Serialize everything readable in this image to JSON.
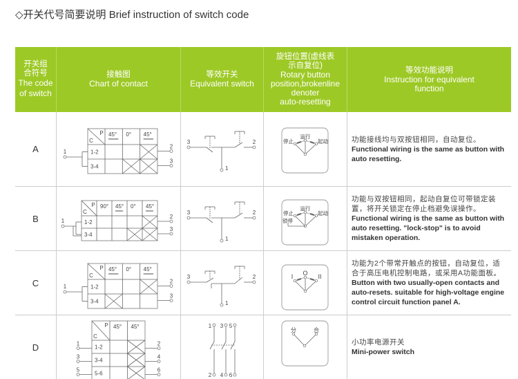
{
  "title": "◇开关代号简要说明 Brief instruction of switch code",
  "header": {
    "code": [
      "开关组",
      "合符号",
      "The code",
      "of switch"
    ],
    "chart": [
      "接触图",
      "Chart of contact"
    ],
    "equiv": [
      "等效开关",
      "Equivalent switch"
    ],
    "rotary": [
      "旋钮位置(虚线表",
      "示自复位)",
      "Rotary button",
      "position,brokenline",
      "denoter",
      "auto-resetting"
    ],
    "func": [
      "等效功能说明",
      "Instruction for equivalent",
      "function"
    ]
  },
  "rows": [
    {
      "code": "A",
      "chart": {
        "corner_p": "P",
        "corner_c": "C",
        "cols": [
          "45°",
          "0°",
          "45°"
        ],
        "rows": [
          "1-2",
          "3-4"
        ],
        "marks": [
          [
            0,
            0,
            1
          ],
          [
            0,
            1,
            1
          ]
        ],
        "left": [
          "1"
        ],
        "right": [
          "2",
          "3"
        ]
      },
      "equiv": {
        "terminals": [
          "3",
          "2",
          "1"
        ]
      },
      "knob": {
        "labels": [
          "停止",
          "运行",
          "起动"
        ]
      },
      "zh": "功能接线均与双按钮相同，自动复位。",
      "en": "Functional wiring is the same as button with auto resetting."
    },
    {
      "code": "B",
      "chart": {
        "corner_p": "P",
        "corner_c": "C",
        "cols": [
          "90°",
          "45°",
          "0°",
          "45°"
        ],
        "rows": [
          "1-2",
          "3-4"
        ],
        "marks": [
          [
            0,
            0,
            0,
            1
          ],
          [
            0,
            0,
            1,
            1
          ]
        ],
        "left": [
          "1"
        ],
        "right": [
          "2",
          "3"
        ]
      },
      "equiv": {
        "terminals": [
          "3",
          "2",
          "1"
        ]
      },
      "knob": {
        "labels": [
          "停止",
          "运行",
          "起动",
          "锁停"
        ]
      },
      "zh": "功能与双按钮相同，起动自复位可带锁定装置，将开关锁定在停止档避免误操作。",
      "en": "Functional wiring is the same as button with auto resetting. \"lock-stop\" is to avoid mistaken operation."
    },
    {
      "code": "C",
      "chart": {
        "corner_p": "P",
        "corner_c": "C",
        "cols": [
          "45°",
          "0°",
          "45°"
        ],
        "rows": [
          "1-2",
          "3-4"
        ],
        "marks": [
          [
            0,
            0,
            1
          ],
          [
            1,
            0,
            0
          ]
        ],
        "left": [
          "1"
        ],
        "right": [
          "2",
          "3"
        ]
      },
      "equiv": {
        "terminals": [
          "3",
          "2",
          "1"
        ]
      },
      "knob": {
        "labels": [
          "I",
          "O",
          "II"
        ]
      },
      "zh": "功能为2个带常开触点的按钮，自动复位，适合于高压电机控制电路，或采用A功能面板。",
      "en": "Button with two usually-open contacts and auto-resets. suitable for high-voltage engine control circuit function panel A."
    },
    {
      "code": "D",
      "chart": {
        "corner_p": "P",
        "corner_c": "C",
        "cols": [
          "45°",
          "45°"
        ],
        "rows": [
          "1-2",
          "3-4",
          "5-6"
        ],
        "marks": [
          [
            0,
            1
          ],
          [
            0,
            1
          ],
          [
            0,
            1
          ]
        ],
        "left": [
          "1",
          "3",
          "5"
        ],
        "right": [
          "2",
          "4",
          "6"
        ]
      },
      "equiv": {
        "terminals": [
          "1",
          "3",
          "5",
          "2",
          "4",
          "6"
        ]
      },
      "knob": {
        "labels": [
          "分",
          "合"
        ]
      },
      "zh": "小功率电源开关",
      "en": "Mini-power switch"
    }
  ],
  "colors": {
    "header_bg": "#9dc926",
    "grid": "#cccccc"
  }
}
